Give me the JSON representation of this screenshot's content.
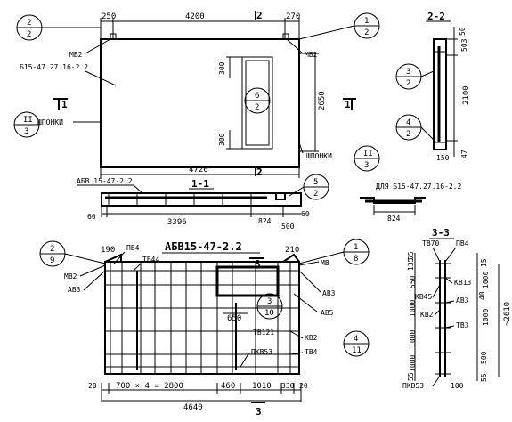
{
  "view_top": {
    "dims": {
      "left": "250",
      "center": "4200",
      "right": "270",
      "height": "2650",
      "bottom": "4720",
      "open_top": "300",
      "open_bottom": "300"
    },
    "section_mark": "2",
    "labels": {
      "b_mark": "Б15-47.27.16-2.2",
      "mv2_left": "МВ2",
      "mv2_right": "МВ2",
      "shponki_left": "ШПОНКИ",
      "shponki_right": "ШПОНКИ"
    },
    "arrow_mark": "1",
    "bubbles": [
      {
        "top": "2",
        "bottom": "2"
      },
      {
        "top": "1",
        "bottom": "2"
      },
      {
        "top": "II",
        "bottom": "3"
      },
      {
        "top": "6",
        "bottom": "2"
      },
      {
        "top": "II",
        "bottom": "3"
      }
    ]
  },
  "view_2_2": {
    "title": "2-2",
    "dims": {
      "d50": "50",
      "d503": "503",
      "d2100": "2100",
      "d150": "150",
      "d47": "47"
    },
    "bubbles": [
      {
        "top": "3",
        "bottom": "2"
      },
      {
        "top": "4",
        "bottom": "2"
      }
    ]
  },
  "view_1_1": {
    "title": "1-1",
    "label": "АБВ 15-47-2.2",
    "dims": {
      "d60": "60",
      "d3396": "3396",
      "d824": "824",
      "d500": "500",
      "d60r": "60"
    },
    "bubble": {
      "top": "5",
      "bottom": "2"
    },
    "aside_label": "ДЛЯ Б15-47.27.16-2.2",
    "aside_dim": "824",
    "section_mark": "2"
  },
  "view_cage": {
    "title": "АБВ15-47-2.2",
    "dims": {
      "d190": "190",
      "d210": "210",
      "d650": "650",
      "d20": "20",
      "d_span": "700 × 4 = 2800",
      "d460": "460",
      "d1010": "1010",
      "d330": "330",
      "d20r": "20",
      "d4640": "4640"
    },
    "labels": {
      "pv4": "ПВ4",
      "tv44": "ТВ44",
      "mv2": "МВ2",
      "av3": "АВ3",
      "mv": "МВ",
      "av3r": "АВ3",
      "av5": "АВ5",
      "tv121": "ТВ121",
      "kv2": "КВ2",
      "tv4": "ТВ4",
      "pkv53": "ПКВ53"
    },
    "section_mark": "3",
    "bubbles": [
      {
        "top": "2",
        "bottom": "9"
      },
      {
        "top": "1",
        "bottom": "8"
      },
      {
        "top": "3",
        "bottom": "10"
      },
      {
        "top": "4",
        "bottom": "11"
      }
    ]
  },
  "view_3_3": {
    "title": "3-3",
    "labels": {
      "tv70": "ТВ70",
      "pv4": "ПВ4",
      "kv45": "КВ45",
      "kv13": "КВ13",
      "kv2": "КВ2",
      "av3": "АВ3",
      "tv3": "ТВ3",
      "pkv53": "ПКВ53"
    },
    "dims": {
      "d55": "55",
      "d135": "135",
      "d550": "550",
      "d1000a": "1000",
      "d1000b": "1000",
      "d1000c": "1000",
      "d55b": "55",
      "d15": "15",
      "d1000r": "1000",
      "d40": "40",
      "d1000r2": "1000",
      "d500": "500",
      "d55r": "55",
      "d2610": "~2610",
      "d100": "100"
    }
  }
}
